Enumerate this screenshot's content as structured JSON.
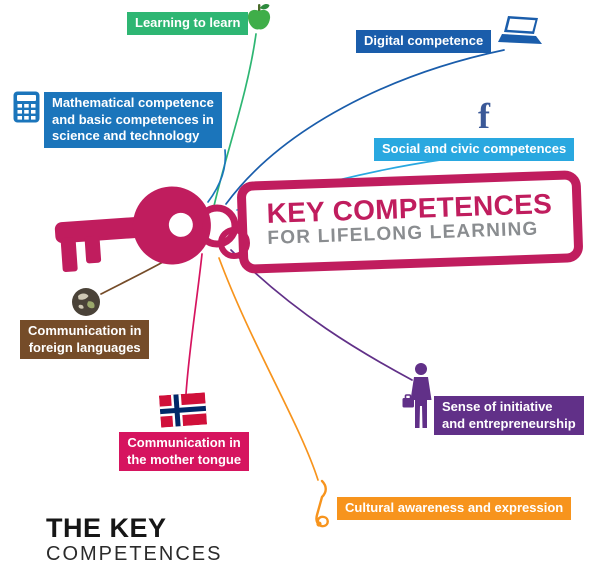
{
  "tag": {
    "title": "KEY COMPETENCES",
    "subtitle": "FOR LIFELONG LEARNING"
  },
  "labels": {
    "learning": {
      "text": "Learning to learn",
      "color": "#2eb673"
    },
    "digital": {
      "text": "Digital competence",
      "color": "#1a5dab"
    },
    "math": {
      "line1": "Mathematical competence",
      "line2": "and basic competences in",
      "line3": "science and technology",
      "color": "#1b75bb"
    },
    "social": {
      "text": "Social and civic competences",
      "color": "#29a8e0"
    },
    "foreign": {
      "line1": "Communication in",
      "line2": "foreign languages",
      "color": "#754c29"
    },
    "mother": {
      "line1": "Communication in",
      "line2": "the mother tongue",
      "color": "#d6145f"
    },
    "initiative": {
      "line1": "Sense of initiative",
      "line2": "and entrepreneurship",
      "color": "#613088"
    },
    "cultural": {
      "text": "Cultural awareness and expression",
      "color": "#f7941d"
    }
  },
  "icons": {
    "apple": "apple-icon",
    "laptop": "laptop-icon",
    "calculator": "calculator-icon",
    "facebook": "f",
    "globe": "globe-icon",
    "flag": "norwegian-flag-icon",
    "businessman": "businessman-icon",
    "treble_clef": "treble-clef-icon"
  },
  "footer": {
    "line1": "THE KEY",
    "line2": "COMPETENCES"
  },
  "colors": {
    "key_crimson": "#c01d5e",
    "subtitle_gray": "#8a8d90",
    "facebook_blue": "#3b5998"
  }
}
